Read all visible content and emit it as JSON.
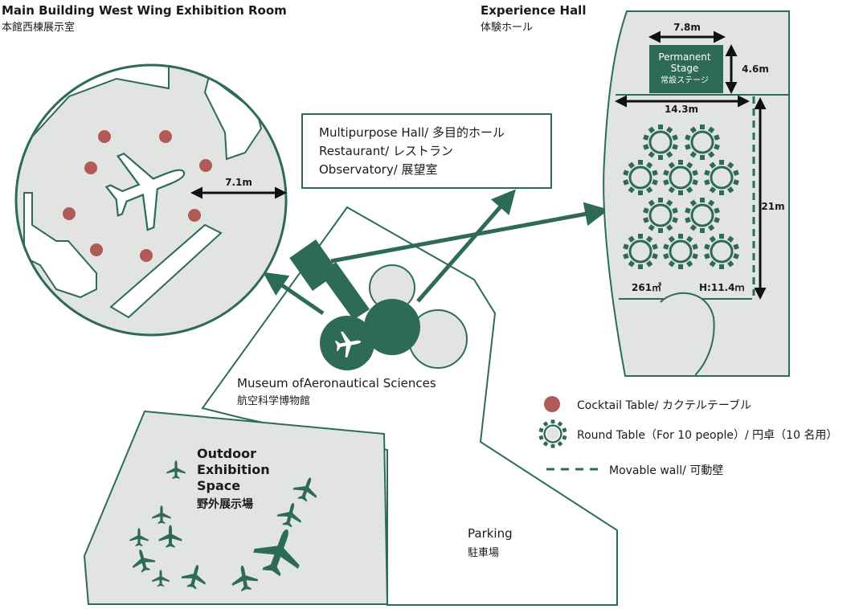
{
  "west_wing": {
    "title_en": "Main Building West Wing Exhibition Room",
    "title_ja": "本館西棟展示室",
    "dimension": "7.1m"
  },
  "experience_hall": {
    "title_en": "Experience Hall",
    "title_ja": "体験ホール",
    "stage_en_1": "Permanent",
    "stage_en_2": "Stage",
    "stage_ja": "常設ステージ",
    "stage_width": "7.8m",
    "stage_depth": "4.6m",
    "hall_width": "14.3m",
    "hall_length": "21m",
    "area": "261㎡",
    "height": "H:11.4ｍ"
  },
  "callout": {
    "line1": "Multipurpose Hall/ 多目的ホール",
    "line2": "Restaurant/ レストラン",
    "line3": "Observatory/ 展望室"
  },
  "museum": {
    "name_en": "Museum ofAeronautical Sciences",
    "name_ja": "航空科学博物館"
  },
  "outdoor": {
    "line1": "Outdoor",
    "line2": "Exhibition",
    "line3": "Space",
    "line4": "野外展示場"
  },
  "parking": {
    "name_en": "Parking",
    "name_ja": "駐車場"
  },
  "legend": {
    "cocktail": "Cocktail Table/ カクテルテーブル",
    "round": "Round Table（For 10 people）/ 円卓（10 名用）",
    "wall": "Movable wall/ 可動壁"
  },
  "colors": {
    "green": "#2e6b55",
    "light_gray": "#e2e4e2",
    "cocktail_red": "#b05a58"
  }
}
